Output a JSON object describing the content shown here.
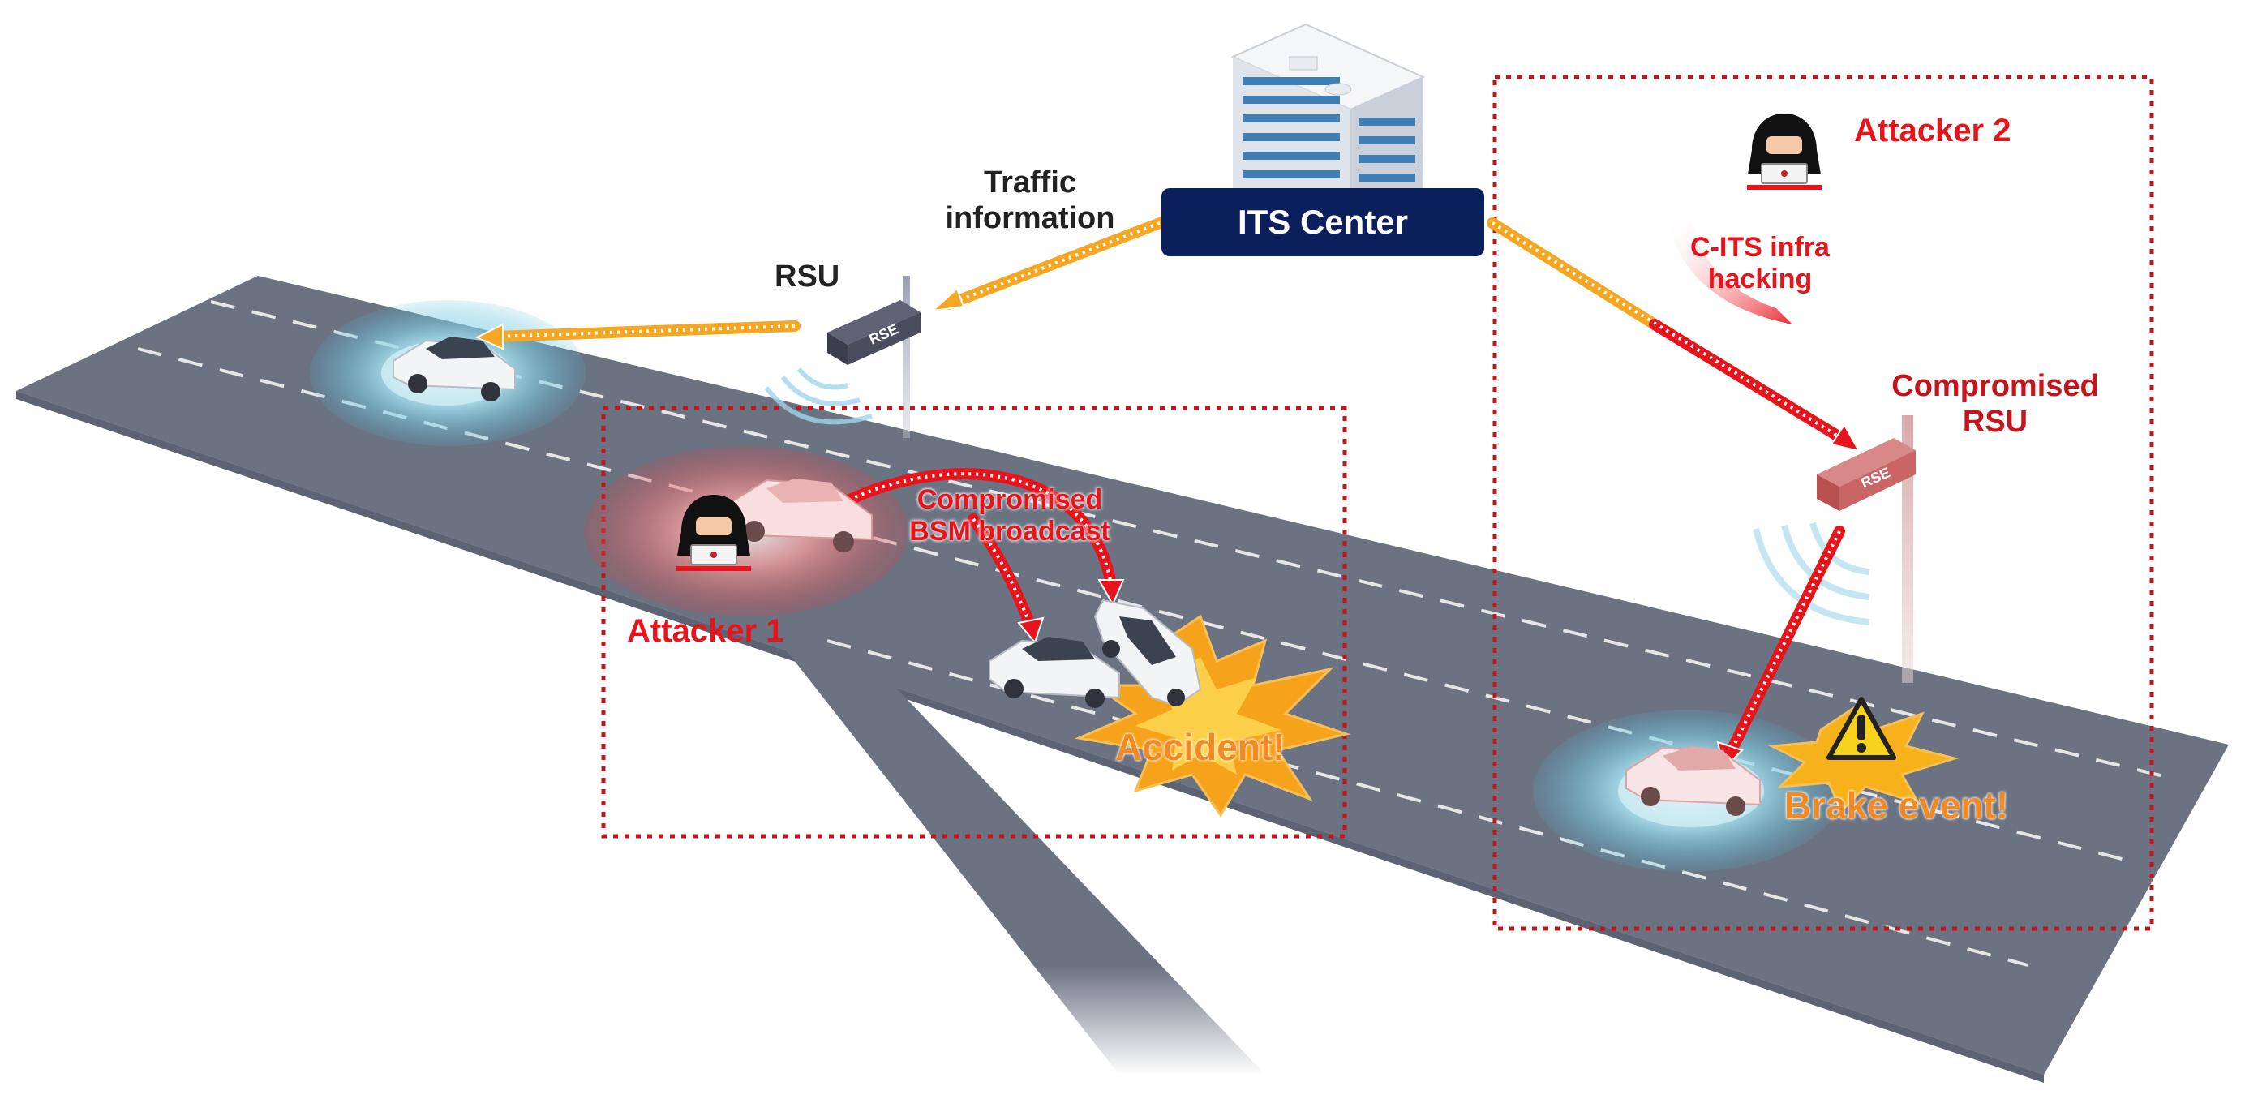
{
  "labels": {
    "its_center": "ITS Center",
    "traffic_info_line1": "Traffic",
    "traffic_info_line2": "information",
    "rsu": "RSU",
    "attacker1": "Attacker 1",
    "attacker2": "Attacker 2",
    "compromised_bsm_line1": "Compromised",
    "compromised_bsm_line2": "BSM broadcast",
    "accident": "Accident!",
    "c_its_line1": "C-ITS infra",
    "c_its_line2": "hacking",
    "compromised_rsu_line1": "Compromised",
    "compromised_rsu_line2": "RSU",
    "brake_event": "Brake event!",
    "rse_tag": "RSE"
  },
  "colors": {
    "road": "#6b7282",
    "road_edge": "#5c6373",
    "lane_marking": "#e6e6e6",
    "its_box": "#0b1f5c",
    "attack_red": "#e8141b",
    "box_red": "#c4151c",
    "info_arrow": "#f5a623",
    "accident_orange": "#f08a24",
    "wave_blue": "#7fd0e6"
  },
  "icons": [
    "building-icon",
    "rse-unit-icon",
    "car-icon",
    "hacker-icon",
    "warning-icon",
    "explosion-icon",
    "signal-wave-icon"
  ]
}
